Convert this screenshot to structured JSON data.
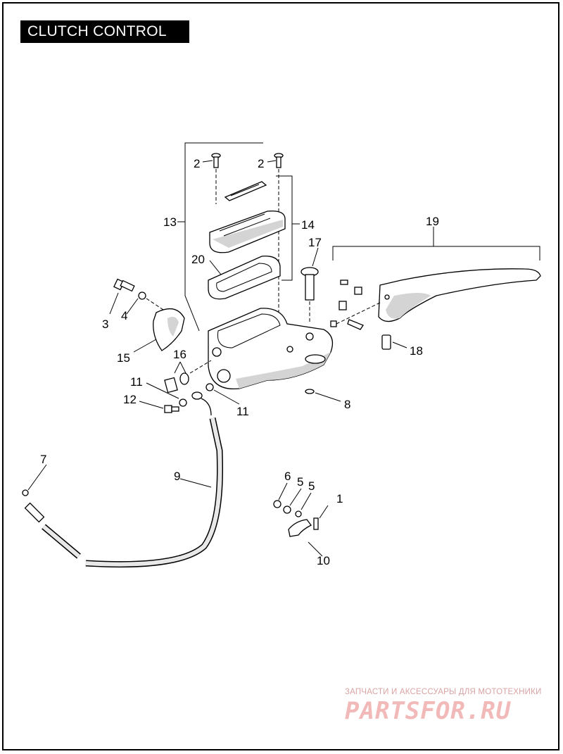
{
  "title": "CLUTCH CONTROL",
  "callouts": {
    "c1": "1",
    "c2a": "2",
    "c2b": "2",
    "c3": "3",
    "c4": "4",
    "c5a": "5",
    "c5b": "5",
    "c6": "6",
    "c7": "7",
    "c8": "8",
    "c9": "9",
    "c10": "10",
    "c11a": "11",
    "c11b": "11",
    "c12": "12",
    "c13": "13",
    "c14": "14",
    "c15": "15",
    "c16": "16",
    "c17": "17",
    "c18": "18",
    "c19": "19",
    "c20": "20"
  },
  "watermark": {
    "tagline": "ЗАПЧАСТИ И АКСЕССУАРЫ ДЛЯ МОТОТЕХНИКИ",
    "logo": "PARTSFOR.RU"
  }
}
